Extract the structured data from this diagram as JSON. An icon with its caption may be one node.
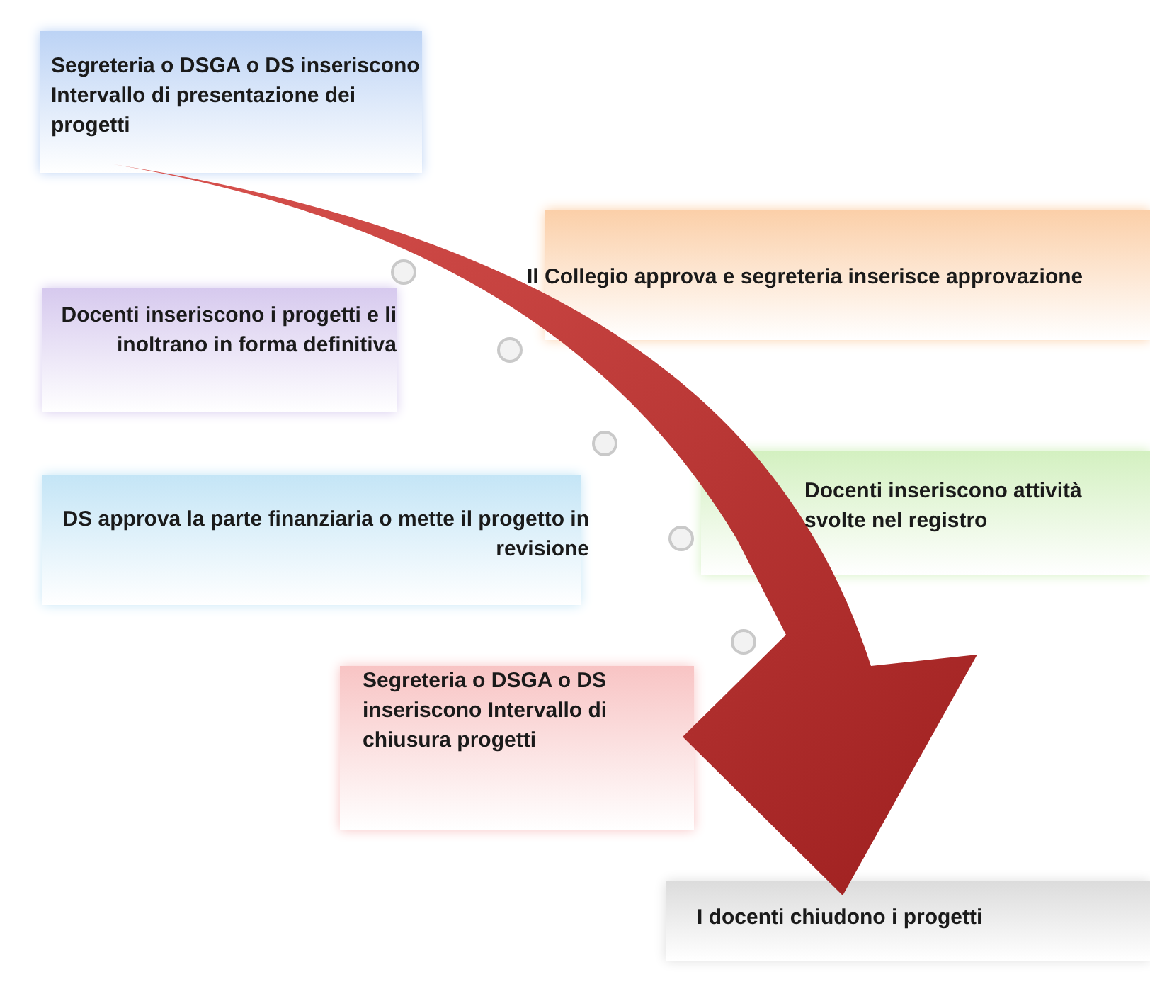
{
  "diagram": {
    "nodes": [
      {
        "text": [
          "Segreteria o DSGA o DS inseriscono Intervallo di presentazione dei progetti"
        ]
      },
      {
        "text": [
          "Il Collegio approva e segreteria inserisce approvazione"
        ]
      },
      {
        "text": [
          "Docenti inseriscono i progetti e li inoltrano in forma definitiva"
        ]
      },
      {
        "text": [
          "Docenti inseriscono attività svolte nel registro"
        ]
      },
      {
        "text": [
          "DS approva la parte finanziaria o mette il progetto in revisione"
        ]
      },
      {
        "text": [
          "Segreteria o DSGA o DS inseriscono Intervallo di chiusura progetti"
        ]
      },
      {
        "text": [
          "I docenti chiudono i progetti"
        ]
      }
    ]
  }
}
